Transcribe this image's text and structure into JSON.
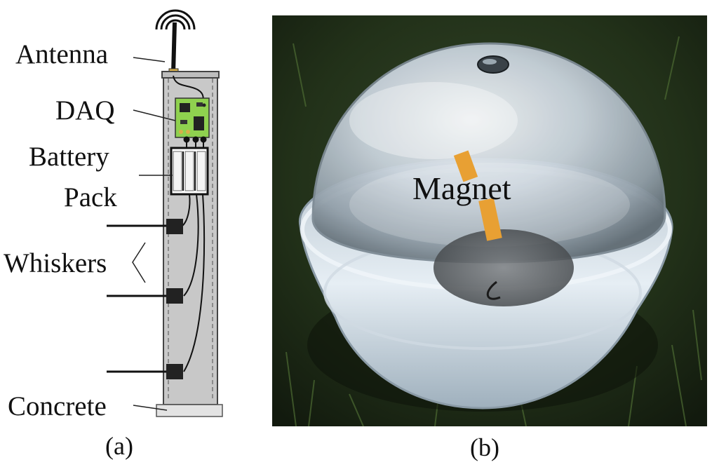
{
  "panel_a": {
    "labels": {
      "antenna": "Antenna",
      "daq": "DAQ",
      "battery_line1": "Battery",
      "battery_line2": "Pack",
      "whiskers": "Whiskers",
      "concrete": "Concrete"
    },
    "caption": "(a)"
  },
  "panel_b": {
    "label": "Magnet",
    "caption": "(b)"
  },
  "colors": {
    "tube_fill": "#c8c8c8",
    "daq_board": "#8fd14f",
    "grass_dark": "#1e2b17",
    "dome": "#d9e3ea",
    "magnet": "#e8a033"
  }
}
